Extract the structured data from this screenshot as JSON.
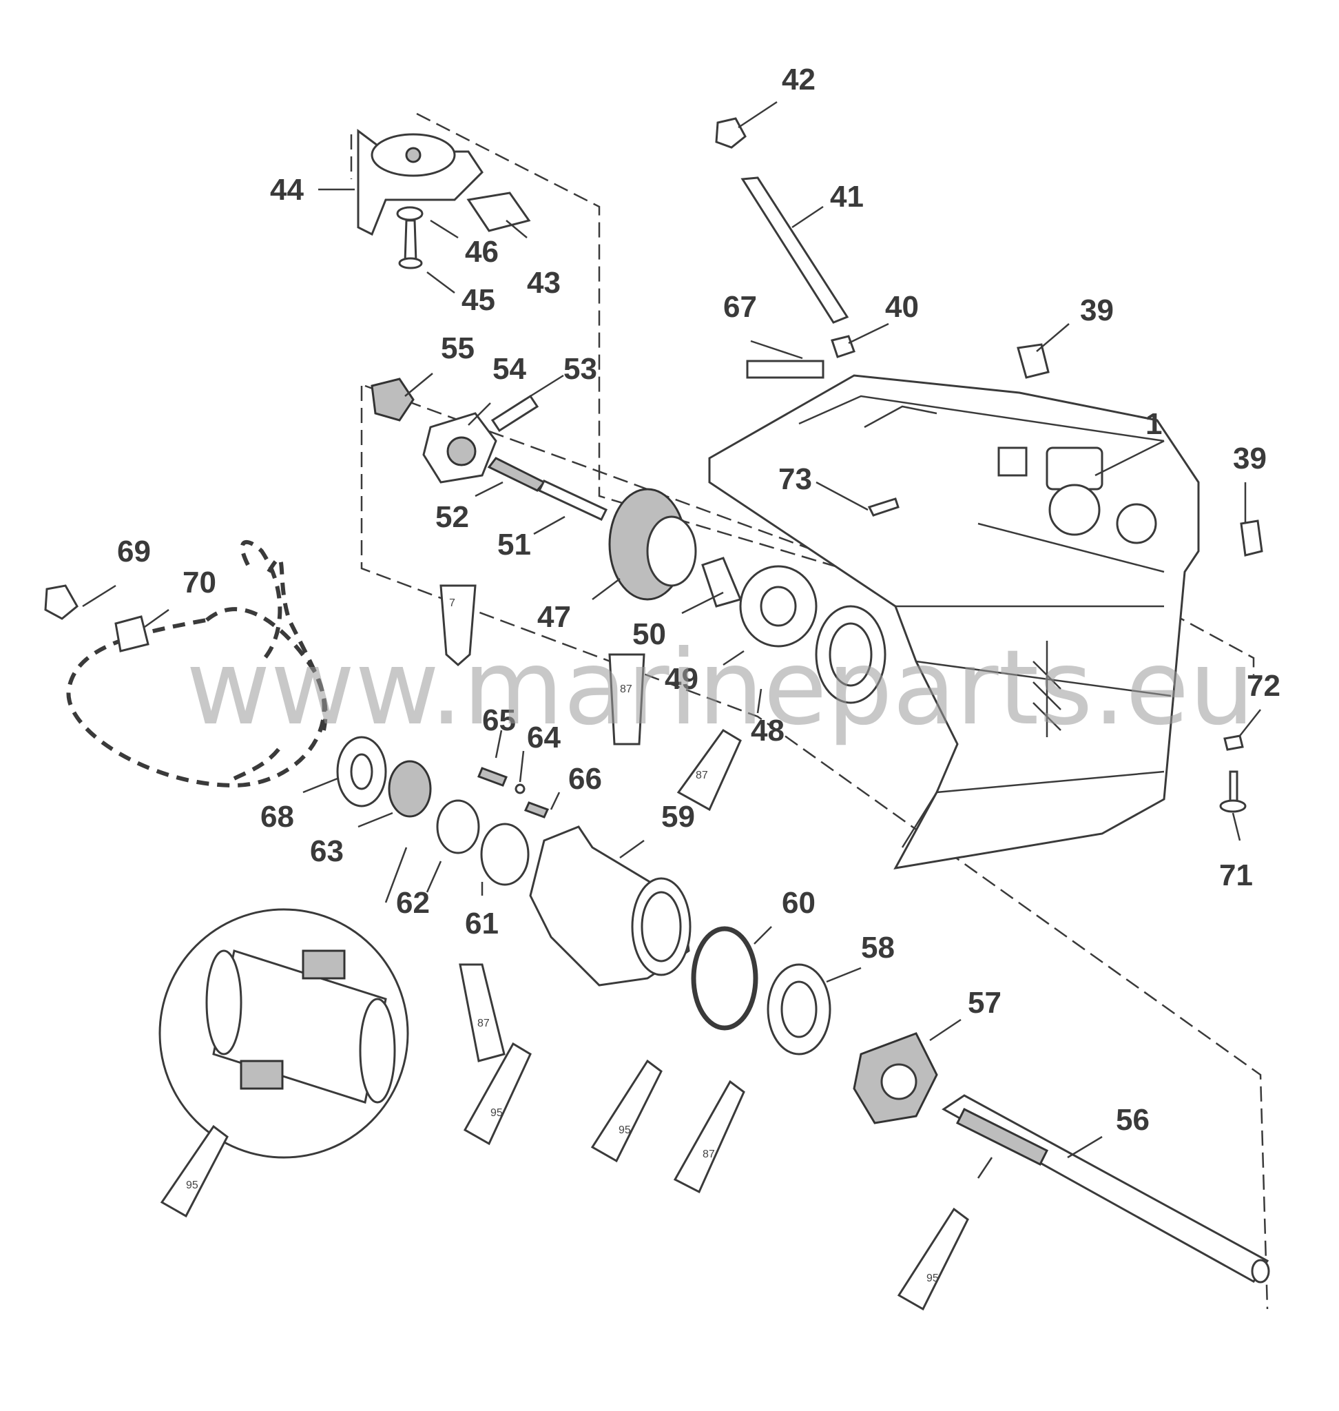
{
  "watermark": "www.marineparts.eu",
  "callouts": {
    "p1": "1",
    "p39a": "39",
    "p39b": "39",
    "p40": "40",
    "p41": "41",
    "p42": "42",
    "p43": "43",
    "p44": "44",
    "p45": "45",
    "p46": "46",
    "p47": "47",
    "p48": "48",
    "p49": "49",
    "p50": "50",
    "p51": "51",
    "p52": "52",
    "p53": "53",
    "p54": "54",
    "p55": "55",
    "p56": "56",
    "p57": "57",
    "p58": "58",
    "p59": "59",
    "p60": "60",
    "p61": "61",
    "p62": "62",
    "p63": "63",
    "p64": "64",
    "p65": "65",
    "p66": "66",
    "p67": "67",
    "p68": "68",
    "p69": "69",
    "p70": "70",
    "p71": "71",
    "p72": "72",
    "p73": "73"
  },
  "lubricant_tubes": {
    "t7": "7",
    "t87a": "87",
    "t87b": "87",
    "t87c": "87",
    "t87d": "87",
    "t95a": "95",
    "t95b": "95",
    "t95c": "95",
    "t95d": "95"
  }
}
